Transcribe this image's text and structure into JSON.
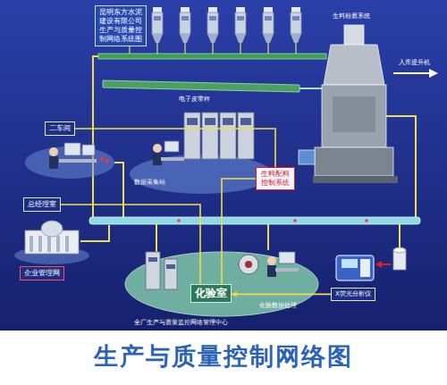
{
  "diagram": {
    "caption": "生产与质量控制网络图",
    "nodes": [
      {
        "text": [
          "昆明东方水泥建设有限公司生产与质量控制网络系统图"
        ]
      },
      {
        "text": [
          "二车间"
        ]
      },
      {
        "text": [
          "生料配料控制系统"
        ]
      },
      {
        "text": [
          "总经理室"
        ]
      },
      {
        "text": [
          "企业管理网"
        ]
      },
      {
        "text": [
          "化验室"
        ]
      },
      {
        "text": [
          "X荧光分析仪"
        ]
      }
    ],
    "edges": [
      {
        "from": 1,
        "to": 2,
        "arrow": "none"
      },
      {
        "from": 3,
        "to": 5,
        "arrow": "none"
      },
      {
        "from": 2,
        "to": 5,
        "arrow": "none"
      },
      {
        "from": 6,
        "to": 5,
        "arrow": "to"
      }
    ],
    "labels": [
      "生料粉磨系统",
      "入库提升机",
      "电子皮带秤",
      "数据采集站",
      "化验数据处理",
      "全厂生产与质量监控网络管理中心"
    ]
  }
}
